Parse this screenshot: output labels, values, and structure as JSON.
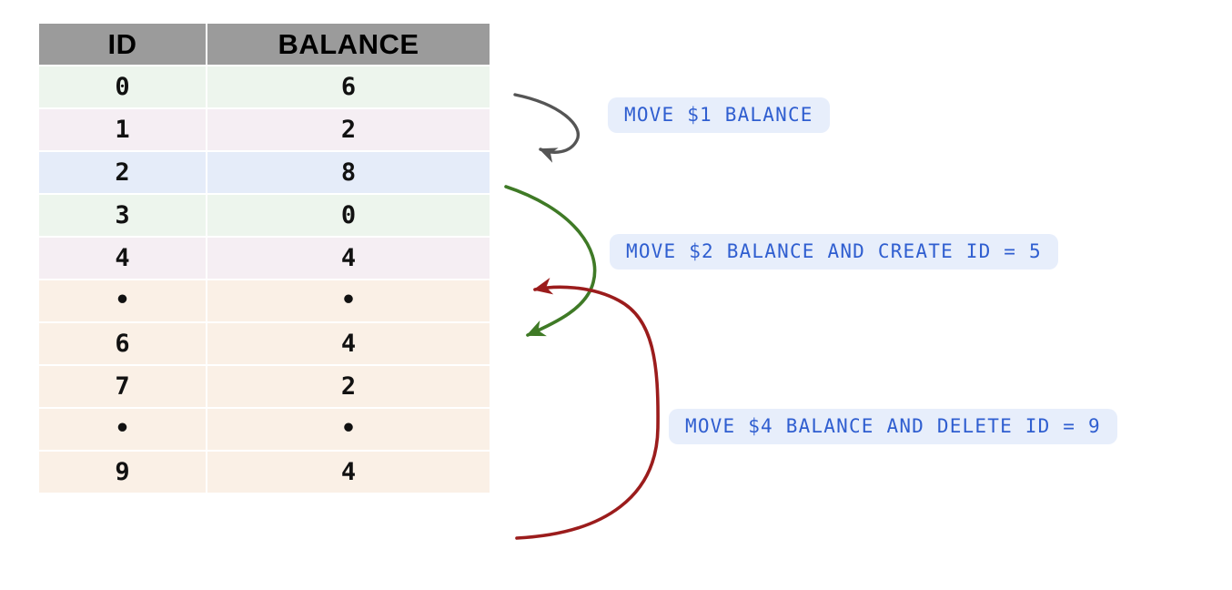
{
  "table": {
    "columns": [
      "ID",
      "BALANCE"
    ],
    "rows": [
      {
        "id": "0",
        "balance": "6",
        "tint": "green"
      },
      {
        "id": "1",
        "balance": "2",
        "tint": "pink"
      },
      {
        "id": "2",
        "balance": "8",
        "tint": "blue"
      },
      {
        "id": "3",
        "balance": "0",
        "tint": "green"
      },
      {
        "id": "4",
        "balance": "4",
        "tint": "pink"
      },
      {
        "id": "•",
        "balance": "•",
        "tint": "cream"
      },
      {
        "id": "6",
        "balance": "4",
        "tint": "cream"
      },
      {
        "id": "7",
        "balance": "2",
        "tint": "cream"
      },
      {
        "id": "•",
        "balance": "•",
        "tint": "cream"
      },
      {
        "id": "9",
        "balance": "4",
        "tint": "cream"
      }
    ]
  },
  "annotations": [
    {
      "key": "move1",
      "text": "MOVE $1 BALANCE",
      "arrow_color": "#555555",
      "arrow_name": "gray-arrow"
    },
    {
      "key": "move2",
      "text": "MOVE $2 BALANCE AND CREATE ID = 5",
      "arrow_color": "#3f7a26",
      "arrow_name": "green-arrow"
    },
    {
      "key": "move3",
      "text": "MOVE $4 BALANCE AND DELETE ID = 9",
      "arrow_color": "#9b1c1c",
      "arrow_name": "red-arrow"
    }
  ],
  "colors": {
    "header_bg": "#9b9b9b",
    "badge_bg": "#e7eefb",
    "badge_text": "#2f5ed0",
    "row_green": "#edf5ed",
    "row_pink": "#f5eef3",
    "row_blue": "#e5ecf9",
    "row_cream": "#faf0e6",
    "arrow_gray": "#555555",
    "arrow_green": "#3f7a26",
    "arrow_red": "#9b1c1c",
    "page_bg": "#ffffff"
  }
}
